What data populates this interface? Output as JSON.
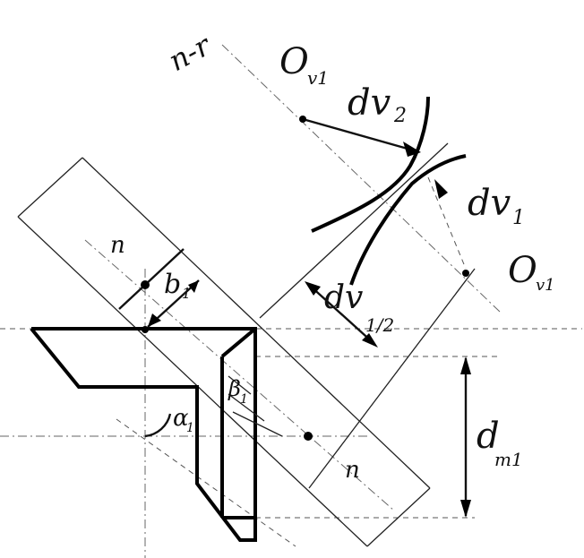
{
  "labels": {
    "section_line": "n-r",
    "radius_v1": "O",
    "radius_v1_sub": "v1",
    "radius_v1_end": "O",
    "radius_v1_end_sub": "v1",
    "dv2": "dv",
    "dv2_sub": "2",
    "dv1": "dv",
    "dv1_sub": "1",
    "dv_half": "dv",
    "dv_half_sub": "1/2",
    "b1": "b",
    "b1_sub": "1",
    "n_upper": "n",
    "n_lower": "n",
    "alpha1": "α",
    "alpha1_sub": "1",
    "beta1": "β",
    "beta1_sub": "1",
    "dm1": "d",
    "dm1_sub": "m1"
  }
}
